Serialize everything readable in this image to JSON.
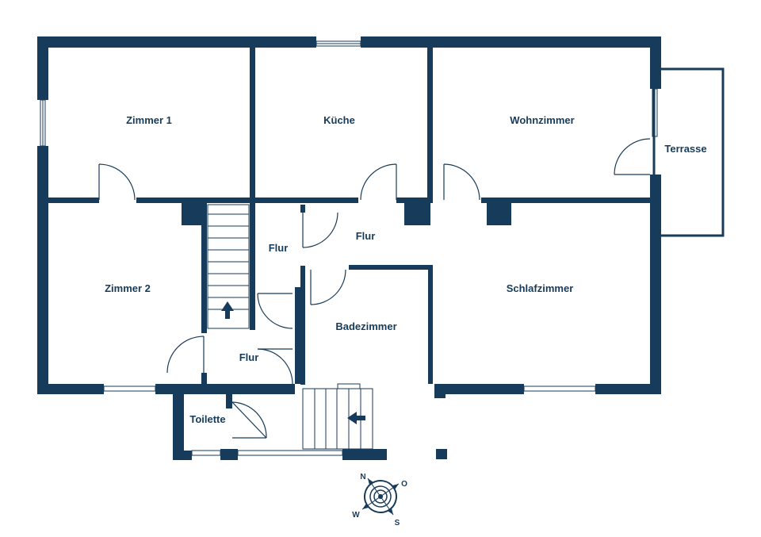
{
  "colors": {
    "wall": "#173b5a",
    "background": "#ffffff"
  },
  "rooms": {
    "zimmer1": "Zimmer 1",
    "kueche": "Küche",
    "wohnzimmer": "Wohnzimmer",
    "terrasse": "Terrasse",
    "zimmer2": "Zimmer 2",
    "flur_a": "Flur",
    "flur_b": "Flur",
    "schlafzimmer": "Schlafzimmer",
    "badezimmer": "Badezimmer",
    "flur_c": "Flur",
    "toilette": "Toilette"
  },
  "compass": {
    "north": "N",
    "east": "O",
    "south": "S",
    "west": "W",
    "icon": "compass-icon"
  },
  "icons": {
    "stair_arrow": "arrow-up-icon",
    "entry_arrow": "arrow-left-icon"
  }
}
